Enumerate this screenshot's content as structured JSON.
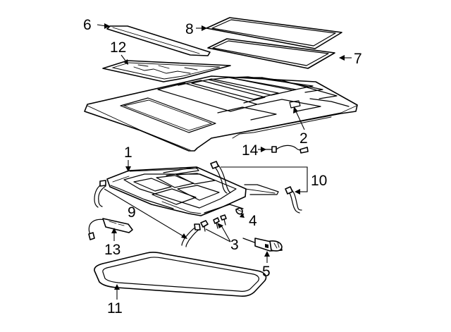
{
  "diagram": {
    "line_color": "#000000",
    "background": "#ffffff",
    "callouts": {
      "c1": "1",
      "c2": "2",
      "c3": "3",
      "c4": "4",
      "c5": "5",
      "c6": "6",
      "c7": "7",
      "c8": "8",
      "c9": "9",
      "c10": "10",
      "c11": "11",
      "c12": "12",
      "c13": "13",
      "c14": "14"
    }
  }
}
